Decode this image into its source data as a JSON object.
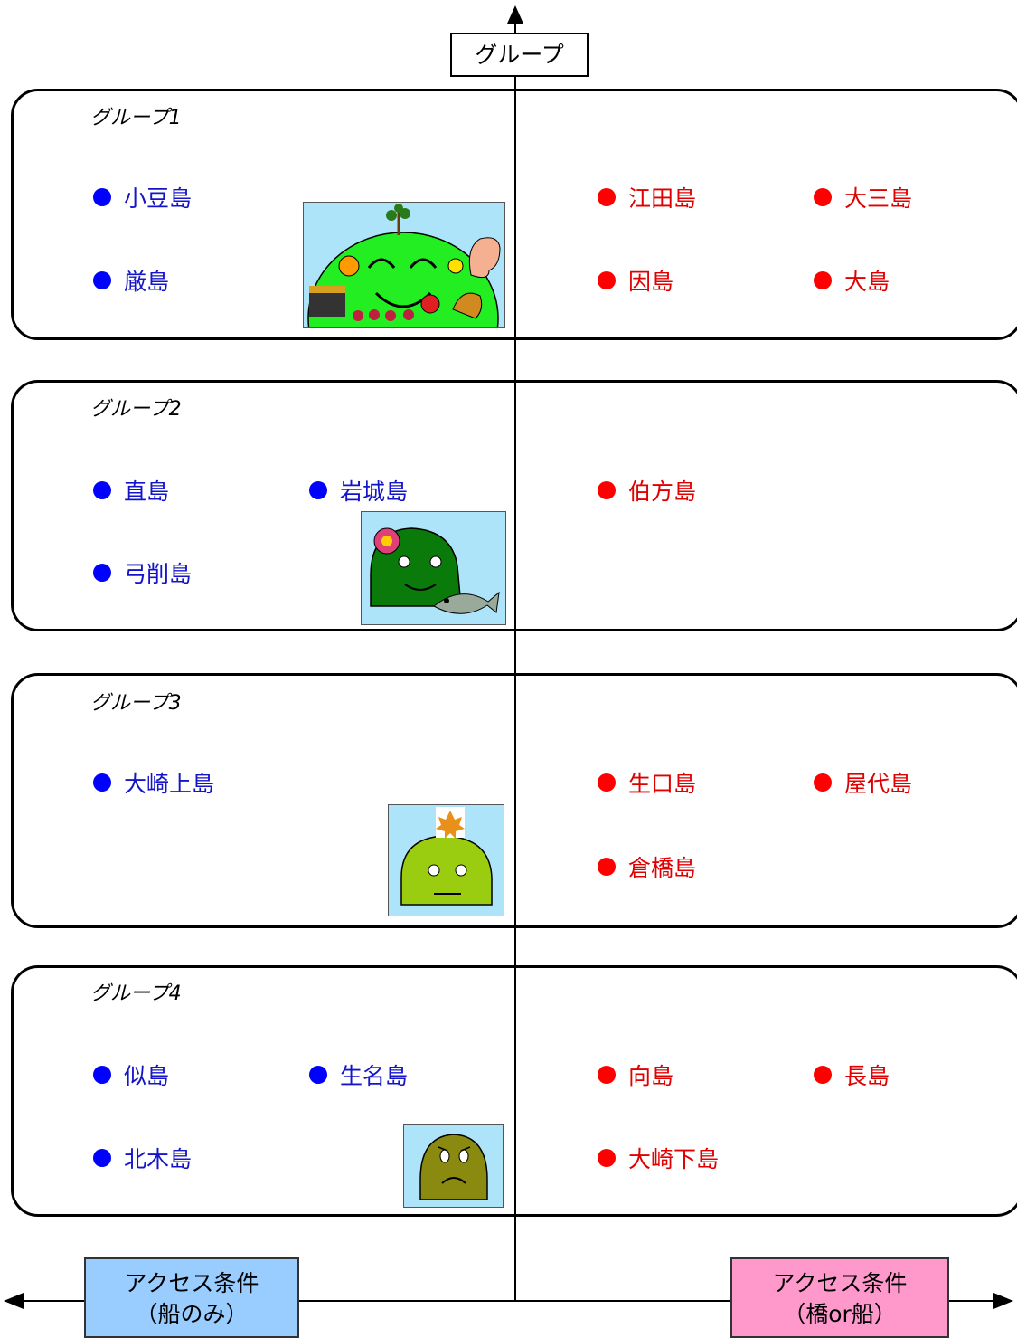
{
  "axis": {
    "vertical_label": "グループ",
    "left_box": {
      "line1": "アクセス条件",
      "line2": "（船のみ）",
      "color": "#99ccff"
    },
    "right_box": {
      "line1": "アクセス条件",
      "line2": "（橋or船）",
      "color": "#ff99cc"
    }
  },
  "colors": {
    "ship_only": "#0000ff",
    "bridge_or_ship": "#ff0000",
    "picture_bg": "#aee4fa"
  },
  "groups": [
    {
      "title": "グループ1",
      "ship_only": [
        "小豆島",
        "厳島"
      ],
      "bridge_or_ship": [
        "江田島",
        "大三島",
        "因島",
        "大島"
      ],
      "picture": "happy-green-island-icon"
    },
    {
      "title": "グループ2",
      "ship_only": [
        "直島",
        "岩城島",
        "弓削島"
      ],
      "bridge_or_ship": [
        "伯方島"
      ],
      "picture": "smiling-dark-green-island-icon"
    },
    {
      "title": "グループ3",
      "ship_only": [
        "大崎上島"
      ],
      "bridge_or_ship": [
        "生口島",
        "屋代島",
        "倉橋島"
      ],
      "picture": "neutral-yellow-green-island-icon"
    },
    {
      "title": "グループ4",
      "ship_only": [
        "似島",
        "生名島",
        "北木島"
      ],
      "bridge_or_ship": [
        "向島",
        "長島",
        "大崎下島"
      ],
      "picture": "sad-olive-island-icon"
    }
  ]
}
